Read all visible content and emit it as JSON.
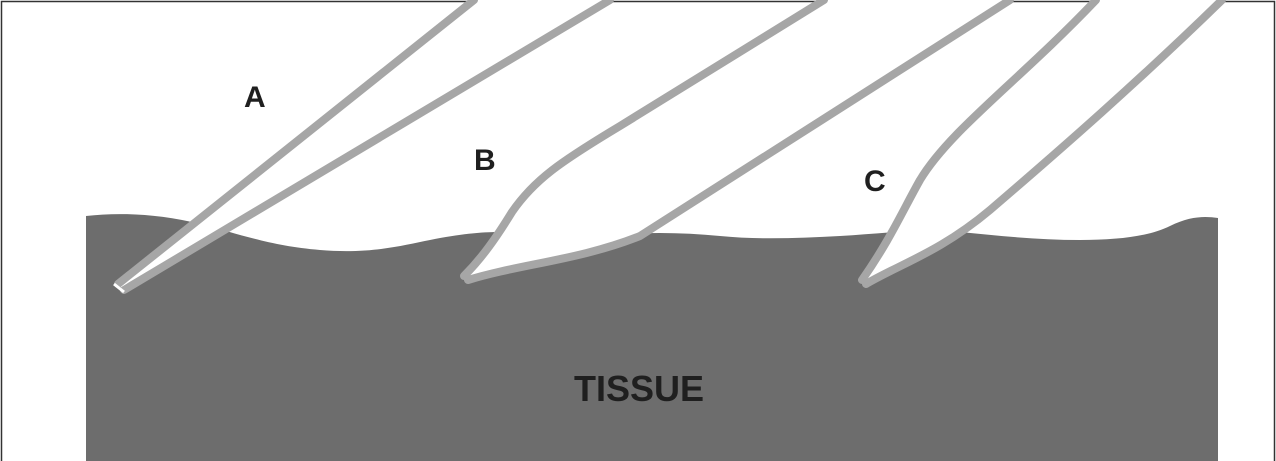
{
  "labels": {
    "needle_a": "A",
    "needle_b": "B",
    "needle_c": "C",
    "tissue": "TISSUE"
  },
  "colors": {
    "background": "#ffffff",
    "frame": "#333333",
    "tissue": "#6d6d6d",
    "needle_wall": "#a6a6a6",
    "needle_lumen": "#ffffff",
    "label": "#1f1f1f"
  },
  "icons": {
    "needle_a": "straight-needle-icon",
    "needle_b": "flared-needle-icon",
    "needle_c": "curved-needle-icon"
  }
}
